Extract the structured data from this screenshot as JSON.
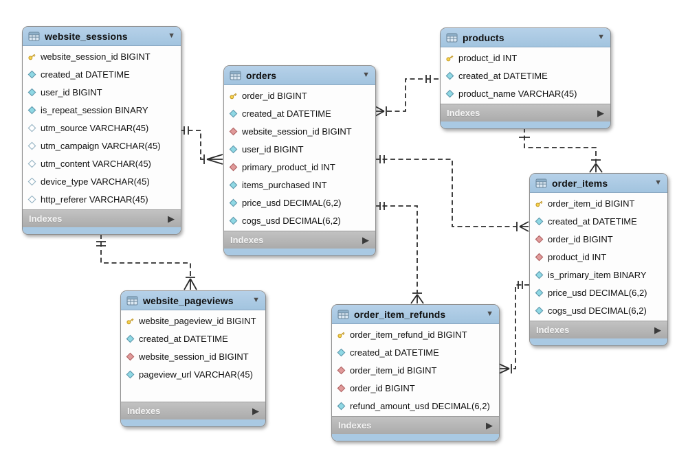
{
  "ui": {
    "collapse_glyph": "▼",
    "expand_glyph": "▶"
  },
  "colors": {
    "header_blue": "#a9c9e3",
    "footer_gray": "#b5b5b5",
    "body_white": "#fdfdfd",
    "line_dark": "#2b2b2b",
    "primary_key_yellow": "#f7d44c",
    "foreign_key_red": "#e09a9a",
    "column_teal": "#8fd8e4"
  },
  "diagram": {
    "tables": {
      "website_sessions": {
        "name": "website_sessions",
        "footer": "Indexes",
        "fields": [
          {
            "label": "website_session_id BIGINT",
            "kind": "pk"
          },
          {
            "label": "created_at DATETIME",
            "kind": "col"
          },
          {
            "label": "user_id BIGINT",
            "kind": "col"
          },
          {
            "label": "is_repeat_session BINARY",
            "kind": "col"
          },
          {
            "label": "utm_source VARCHAR(45)",
            "kind": "colnull"
          },
          {
            "label": "utm_campaign VARCHAR(45)",
            "kind": "colnull"
          },
          {
            "label": "utm_content VARCHAR(45)",
            "kind": "colnull"
          },
          {
            "label": "device_type VARCHAR(45)",
            "kind": "colnull"
          },
          {
            "label": "http_referer VARCHAR(45)",
            "kind": "colnull"
          }
        ]
      },
      "orders": {
        "name": "orders",
        "footer": "Indexes",
        "fields": [
          {
            "label": "order_id BIGINT",
            "kind": "pk"
          },
          {
            "label": "created_at DATETIME",
            "kind": "col"
          },
          {
            "label": "website_session_id BIGINT",
            "kind": "fk"
          },
          {
            "label": "user_id BIGINT",
            "kind": "col"
          },
          {
            "label": "primary_product_id INT",
            "kind": "fk"
          },
          {
            "label": "items_purchased INT",
            "kind": "col"
          },
          {
            "label": "price_usd DECIMAL(6,2)",
            "kind": "col"
          },
          {
            "label": "cogs_usd DECIMAL(6,2)",
            "kind": "col"
          }
        ]
      },
      "products": {
        "name": "products",
        "footer": "Indexes",
        "fields": [
          {
            "label": "product_id INT",
            "kind": "pk"
          },
          {
            "label": "created_at DATETIME",
            "kind": "col"
          },
          {
            "label": "product_name VARCHAR(45)",
            "kind": "col"
          }
        ]
      },
      "order_items": {
        "name": "order_items",
        "footer": "Indexes",
        "fields": [
          {
            "label": "order_item_id BIGINT",
            "kind": "pk"
          },
          {
            "label": "created_at DATETIME",
            "kind": "col"
          },
          {
            "label": "order_id BIGINT",
            "kind": "fk"
          },
          {
            "label": "product_id INT",
            "kind": "fk"
          },
          {
            "label": "is_primary_item BINARY",
            "kind": "col"
          },
          {
            "label": "price_usd DECIMAL(6,2)",
            "kind": "col"
          },
          {
            "label": "cogs_usd DECIMAL(6,2)",
            "kind": "col"
          }
        ]
      },
      "website_pageviews": {
        "name": "website_pageviews",
        "footer": "Indexes",
        "fields": [
          {
            "label": "website_pageview_id BIGINT",
            "kind": "pk"
          },
          {
            "label": "created_at DATETIME",
            "kind": "col"
          },
          {
            "label": "website_session_id BIGINT",
            "kind": "fk"
          },
          {
            "label": "pageview_url VARCHAR(45)",
            "kind": "col"
          }
        ]
      },
      "order_item_refunds": {
        "name": "order_item_refunds",
        "footer": "Indexes",
        "fields": [
          {
            "label": "order_item_refund_id BIGINT",
            "kind": "pk"
          },
          {
            "label": "created_at DATETIME",
            "kind": "col"
          },
          {
            "label": "order_item_id BIGINT",
            "kind": "fk"
          },
          {
            "label": "order_id BIGINT",
            "kind": "fk"
          },
          {
            "label": "refund_amount_usd DECIMAL(6,2)",
            "kind": "col"
          }
        ]
      }
    },
    "relationships": [
      {
        "from": "website_sessions",
        "to": "orders",
        "type": "one-to-many"
      },
      {
        "from": "products",
        "to": "orders",
        "type": "one-to-many"
      },
      {
        "from": "products",
        "to": "order_items",
        "type": "one-to-many"
      },
      {
        "from": "orders",
        "to": "order_items",
        "type": "one-to-many"
      },
      {
        "from": "orders",
        "to": "order_item_refunds",
        "type": "one-to-many"
      },
      {
        "from": "website_sessions",
        "to": "website_pageviews",
        "type": "one-to-many"
      },
      {
        "from": "order_items",
        "to": "order_item_refunds",
        "type": "one-to-many"
      }
    ]
  }
}
